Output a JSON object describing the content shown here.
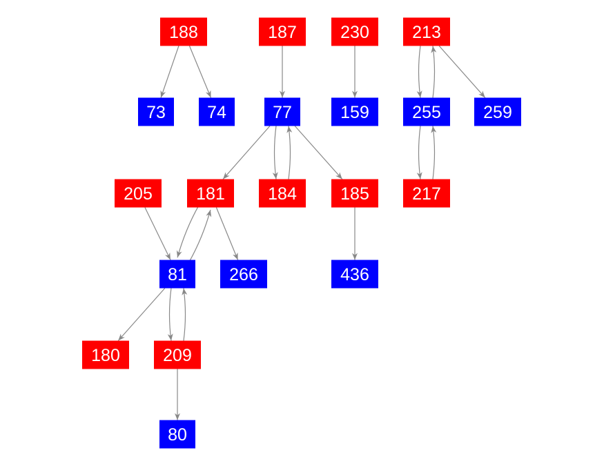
{
  "colors": {
    "red": "#ff0000",
    "blue": "#0000ff",
    "edge": "#888888"
  },
  "nodes": [
    {
      "id": "188",
      "color": "red"
    },
    {
      "id": "187",
      "color": "red"
    },
    {
      "id": "230",
      "color": "red"
    },
    {
      "id": "213",
      "color": "red"
    },
    {
      "id": "73",
      "color": "blue"
    },
    {
      "id": "74",
      "color": "blue"
    },
    {
      "id": "77",
      "color": "blue"
    },
    {
      "id": "159",
      "color": "blue"
    },
    {
      "id": "255",
      "color": "blue"
    },
    {
      "id": "259",
      "color": "blue"
    },
    {
      "id": "205",
      "color": "red"
    },
    {
      "id": "181",
      "color": "red"
    },
    {
      "id": "184",
      "color": "red"
    },
    {
      "id": "185",
      "color": "red"
    },
    {
      "id": "217",
      "color": "red"
    },
    {
      "id": "81",
      "color": "blue"
    },
    {
      "id": "266",
      "color": "blue"
    },
    {
      "id": "436",
      "color": "blue"
    },
    {
      "id": "180",
      "color": "red"
    },
    {
      "id": "209",
      "color": "red"
    },
    {
      "id": "80",
      "color": "blue"
    }
  ],
  "edges": [
    [
      "188",
      "73"
    ],
    [
      "188",
      "74"
    ],
    [
      "187",
      "77"
    ],
    [
      "230",
      "159"
    ],
    [
      "213",
      "255"
    ],
    [
      "255",
      "213"
    ],
    [
      "213",
      "259"
    ],
    [
      "255",
      "217"
    ],
    [
      "217",
      "255"
    ],
    [
      "77",
      "181"
    ],
    [
      "77",
      "184"
    ],
    [
      "184",
      "77"
    ],
    [
      "77",
      "185"
    ],
    [
      "185",
      "436"
    ],
    [
      "205",
      "81"
    ],
    [
      "181",
      "81"
    ],
    [
      "81",
      "181"
    ],
    [
      "181",
      "266"
    ],
    [
      "81",
      "180"
    ],
    [
      "81",
      "209"
    ],
    [
      "209",
      "81"
    ],
    [
      "209",
      "80"
    ]
  ]
}
